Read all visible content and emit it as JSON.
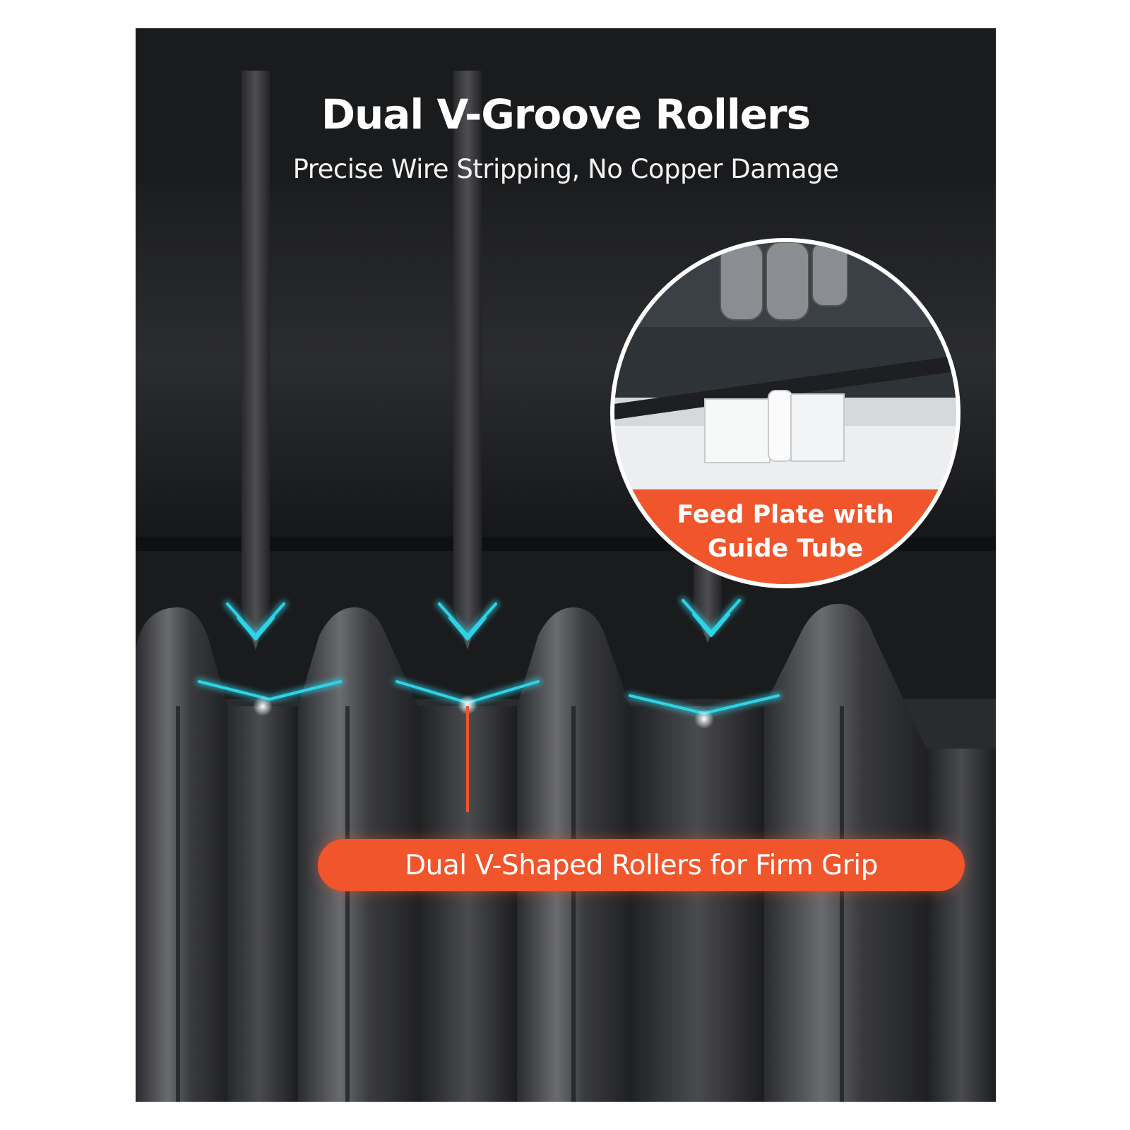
{
  "headline": "Dual V-Groove Rollers",
  "subheadline": "Precise Wire Stripping, No Copper Damage",
  "inset_callout": "Feed Plate with Guide Tube",
  "roller_callout": "Dual V-Shaped Rollers for Firm Grip",
  "colors": {
    "accent": "#f0552b",
    "glow": "#2fd3e6",
    "background": "#1a1b1d",
    "text": "#ffffff"
  }
}
